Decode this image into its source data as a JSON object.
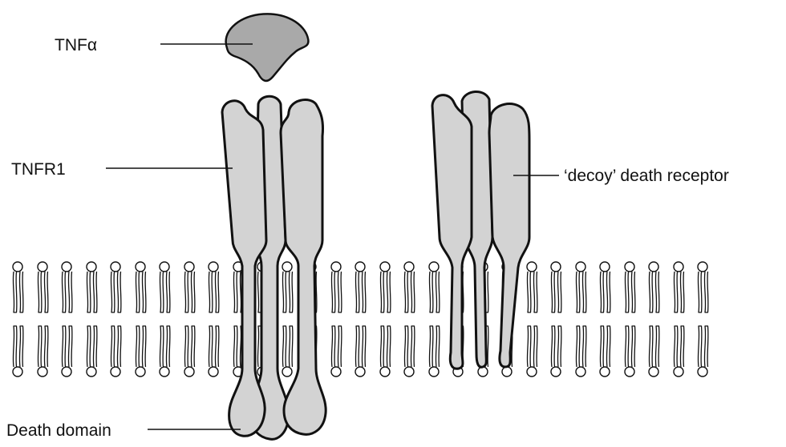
{
  "labels": {
    "tnf_alpha": "TNFα",
    "tnfr1": "TNFR1",
    "decoy": "‘decoy’ death receptor",
    "death_domain": "Death domain"
  },
  "colors": {
    "receptor_fill": "#d3d3d3",
    "ligand_fill": "#a9a9a9",
    "outline": "#111111",
    "background": "#ffffff"
  }
}
